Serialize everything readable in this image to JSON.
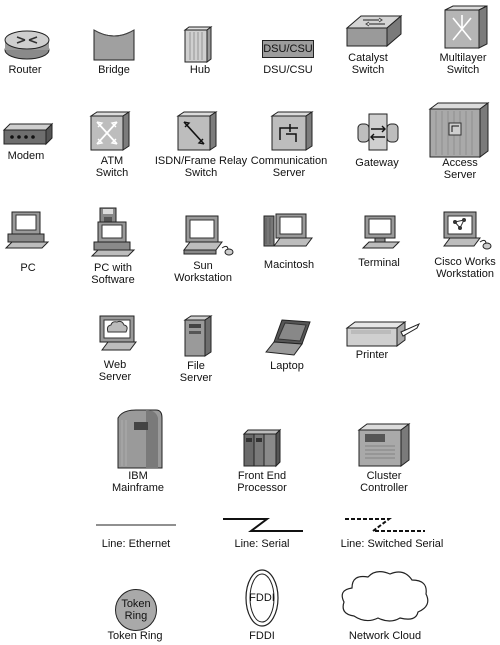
{
  "symbols": {
    "router": "Router",
    "bridge": "Bridge",
    "hub": "Hub",
    "dsu_csu": "DSU/CSU",
    "dsu_csu_box": "DSU/CSU",
    "catalyst_switch": "Catalyst\nSwitch",
    "multilayer_switch": "Multilayer\nSwitch",
    "modem": "Modem",
    "atm_switch": "ATM\nSwitch",
    "isdn_switch": "ISDN/Frame Relay\nSwitch",
    "comm_server": "Communication\nServer",
    "gateway": "Gateway",
    "access_server": "Access\nServer",
    "pc": "PC",
    "pc_software": "PC with\nSoftware",
    "sun_workstation": "Sun\nWorkstation",
    "macintosh": "Macintosh",
    "terminal": "Terminal",
    "ciscoworks": "Cisco Works\nWorkstation",
    "web_server": "Web\nServer",
    "file_server": "File\nServer",
    "laptop": "Laptop",
    "printer": "Printer",
    "ibm_mainframe": "IBM\nMainframe",
    "fep": "Front End\nProcessor",
    "cluster_controller": "Cluster\nController",
    "line_ethernet": "Line: Ethernet",
    "line_serial": "Line: Serial",
    "line_switched_serial": "Line: Switched Serial",
    "token_ring": "Token Ring",
    "token_ring_inner": "Token\nRing",
    "fddi": "FDDI",
    "fddi_inner": "FDDI",
    "network_cloud": "Network Cloud"
  },
  "colors": {
    "gray_light": "#d8d8d8",
    "gray_mid": "#a8a8a8",
    "gray_dark": "#6a6a6a",
    "screen": "#ffffff",
    "stroke": "#222222"
  }
}
